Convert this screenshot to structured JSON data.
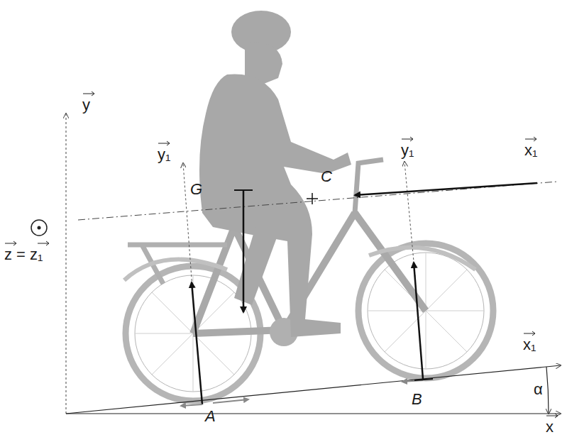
{
  "diagram": {
    "labels": [
      "y",
      "y₁",
      "y₁",
      "x₁",
      "z = z₁",
      "G",
      "C",
      "x₁",
      "α",
      "A",
      "B",
      "x"
    ]
  }
}
